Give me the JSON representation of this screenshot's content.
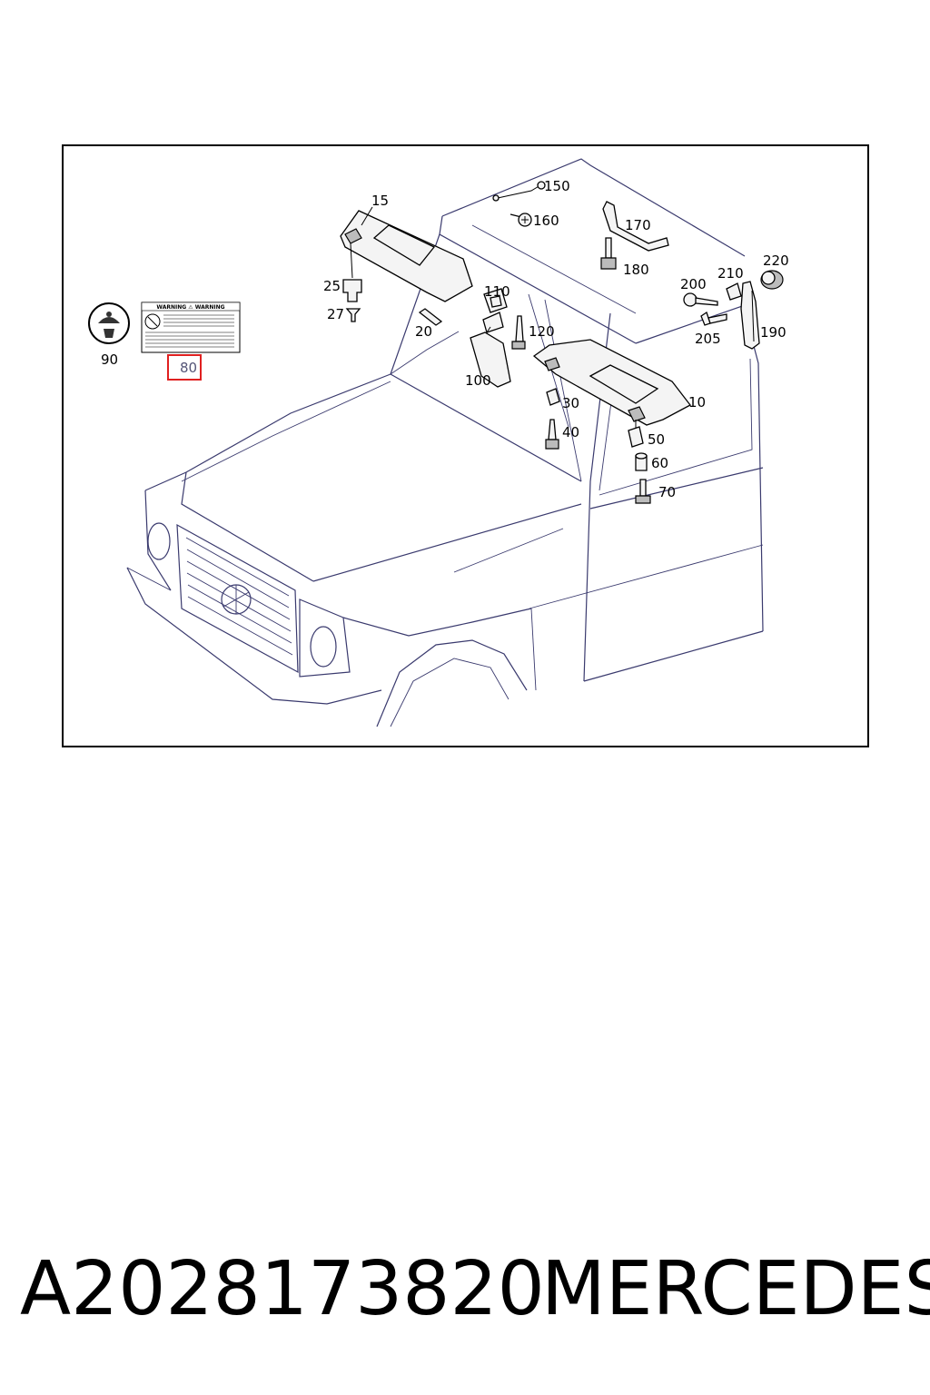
{
  "diagram": {
    "callouts": [
      {
        "id": "c15",
        "text": "15"
      },
      {
        "id": "c150",
        "text": "150"
      },
      {
        "id": "c160",
        "text": "160"
      },
      {
        "id": "c170",
        "text": "170"
      },
      {
        "id": "c180",
        "text": "180"
      },
      {
        "id": "c220",
        "text": "220"
      },
      {
        "id": "c200",
        "text": "200"
      },
      {
        "id": "c210",
        "text": "210"
      },
      {
        "id": "c205",
        "text": "205"
      },
      {
        "id": "c190",
        "text": "190"
      },
      {
        "id": "c25",
        "text": "25"
      },
      {
        "id": "c27",
        "text": "27"
      },
      {
        "id": "c20",
        "text": "20"
      },
      {
        "id": "c110",
        "text": "110"
      },
      {
        "id": "c120",
        "text": "120"
      },
      {
        "id": "c100",
        "text": "100"
      },
      {
        "id": "c10",
        "text": "10"
      },
      {
        "id": "c30",
        "text": "30"
      },
      {
        "id": "c40",
        "text": "40"
      },
      {
        "id": "c50",
        "text": "50"
      },
      {
        "id": "c60",
        "text": "60"
      },
      {
        "id": "c70",
        "text": "70"
      },
      {
        "id": "c90",
        "text": "90"
      }
    ],
    "highlighted_callout": {
      "text": "80",
      "box_color": "#e02020"
    },
    "warning_label": {
      "title": "WARNING ⚠ WARNING"
    },
    "colors": {
      "car_outline": "#3a3a6e",
      "frame": "#000000",
      "highlight": "#e02020"
    }
  },
  "footer": {
    "part_number": "A2028173820",
    "brand": "MERCEDES"
  }
}
